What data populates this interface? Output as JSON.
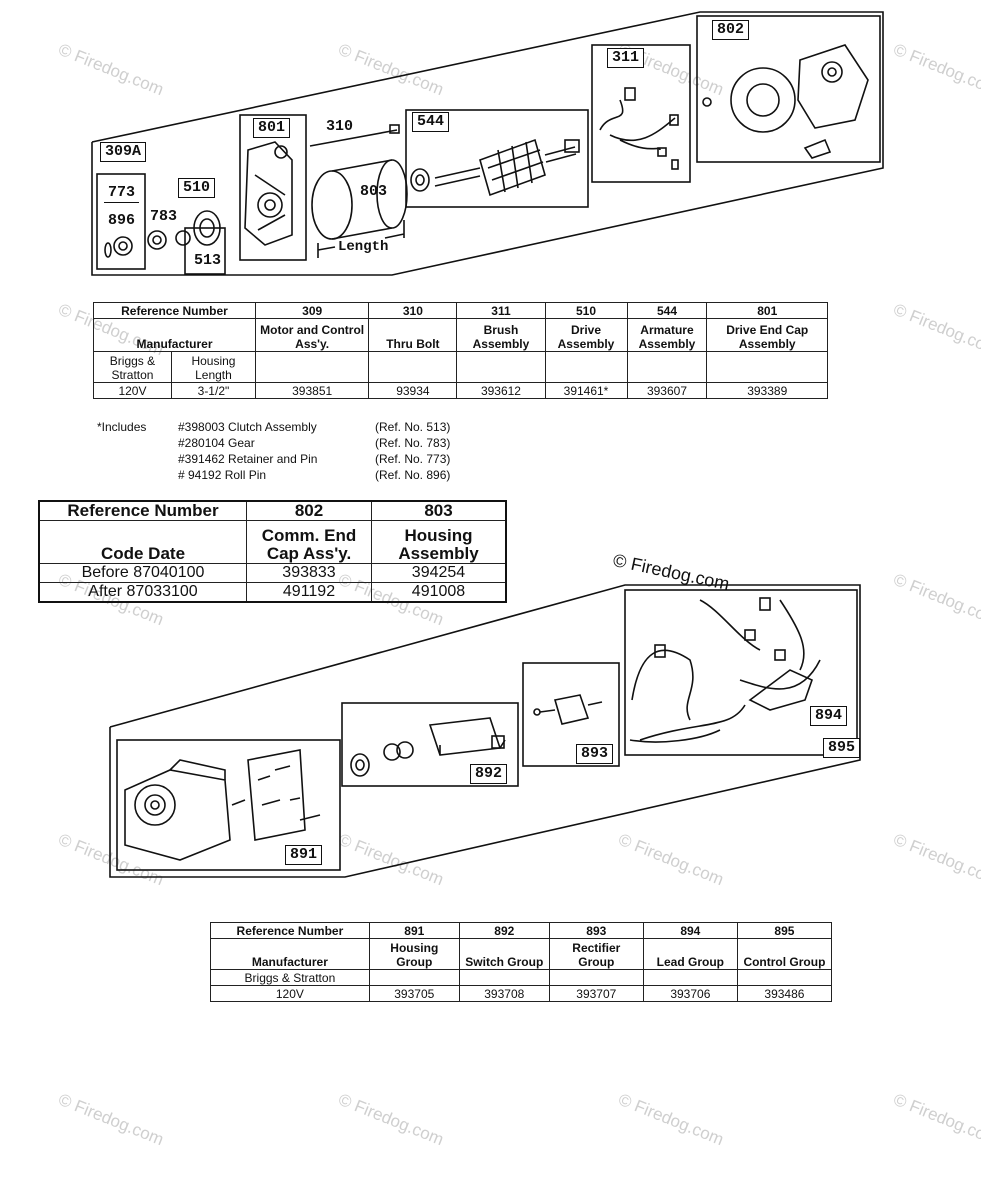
{
  "watermark": "© Firedog.com",
  "diagram_top": {
    "labels": {
      "l309a": "309A",
      "l773": "773",
      "l896": "896",
      "l783": "783",
      "l510": "510",
      "l513": "513",
      "l801": "801",
      "l310": "310",
      "l803": "803",
      "l544": "544",
      "l311": "311",
      "l802": "802",
      "length": "Length"
    }
  },
  "table1": {
    "ref_label": "Reference Number",
    "manufacturer_label": "Manufacturer",
    "sub1": "Briggs & Stratton",
    "sub2": "Housing Length",
    "row_v": "120V",
    "row_len": "3-1/2\"",
    "columns": [
      {
        "ref": "309",
        "name": "Motor and Control Ass'y.",
        "part": "393851"
      },
      {
        "ref": "310",
        "name": "Thru Bolt",
        "part": "93934"
      },
      {
        "ref": "311",
        "name": "Brush Assembly",
        "part": "393612"
      },
      {
        "ref": "510",
        "name": "Drive Assembly",
        "part": "391461*"
      },
      {
        "ref": "544",
        "name": "Armature Assembly",
        "part": "393607"
      },
      {
        "ref": "801",
        "name": "Drive End Cap Assembly",
        "part": "393389"
      }
    ]
  },
  "includes": {
    "label": "*Includes",
    "items": [
      {
        "part": "#398003 Clutch Assembly",
        "ref": "(Ref. No. 513)"
      },
      {
        "part": "#280104 Gear",
        "ref": "(Ref. No. 783)"
      },
      {
        "part": "#391462 Retainer and Pin",
        "ref": "(Ref. No. 773)"
      },
      {
        "part": "# 94192 Roll Pin",
        "ref": "(Ref. No. 896)"
      }
    ]
  },
  "table2": {
    "ref_label": "Reference Number",
    "code_label": "Code Date",
    "ref802": "802",
    "ref803": "803",
    "name802": "Comm. End Cap Ass'y.",
    "name803": "Housing Assembly",
    "rows": [
      {
        "date": "Before 87040100",
        "p802": "393833",
        "p803": "394254"
      },
      {
        "date": "After 87033100",
        "p802": "491192",
        "p803": "491008"
      }
    ]
  },
  "diagram_bottom": {
    "labels": {
      "l891": "891",
      "l892": "892",
      "l893": "893",
      "l894": "894",
      "l895": "895"
    }
  },
  "table3": {
    "ref_label": "Reference Number",
    "manufacturer_label": "Manufacturer",
    "sub": "Briggs & Stratton",
    "row_v": "120V",
    "columns": [
      {
        "ref": "891",
        "name": "Housing Group",
        "part": "393705"
      },
      {
        "ref": "892",
        "name": "Switch Group",
        "part": "393708"
      },
      {
        "ref": "893",
        "name": "Rectifier Group",
        "part": "393707"
      },
      {
        "ref": "894",
        "name": "Lead Group",
        "part": "393706"
      },
      {
        "ref": "895",
        "name": "Control Group",
        "part": "393486"
      }
    ]
  }
}
